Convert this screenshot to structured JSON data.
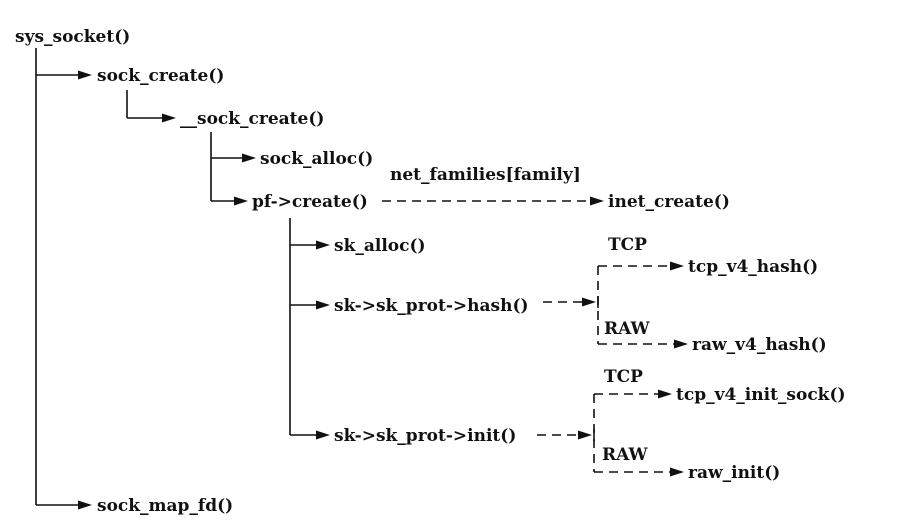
{
  "nodes": {
    "sys_socket": "sys_socket()",
    "sock_create": "sock_create()",
    "__sock_create": "__sock_create()",
    "sock_alloc": "sock_alloc()",
    "pf_create": "pf->create()",
    "net_families": "net_families[family]",
    "inet_create": "inet_create()",
    "sk_alloc": "sk_alloc()",
    "sk_prot_hash": "sk->sk_prot->hash()",
    "sk_prot_init": "sk->sk_prot->init()",
    "tcp_hash_label": "TCP",
    "tcp_v4_hash": "tcp_v4_hash()",
    "raw_hash_label": "RAW",
    "raw_v4_hash": "raw_v4_hash()",
    "tcp_init_label": "TCP",
    "tcp_v4_init_sock": "tcp_v4_init_sock()",
    "raw_init_label": "RAW",
    "raw_init": "raw_init()",
    "sock_map_fd": "sock_map_fd()"
  }
}
